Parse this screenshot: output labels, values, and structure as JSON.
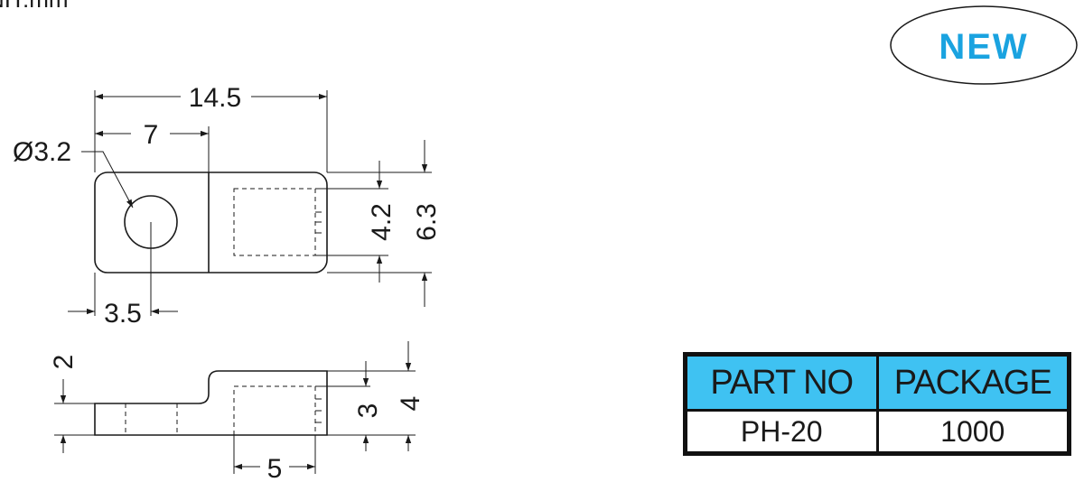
{
  "header": {
    "unit_label": "NIT:mm"
  },
  "badge": {
    "label": "NEW",
    "color": "#1aa3e0"
  },
  "top_view": {
    "dims": {
      "overall_length": "14.5",
      "hole_offset": "7",
      "hole_diameter": "Ø3.2",
      "hole_center": "3.5",
      "inner_width": "4.2",
      "overall_width": "6.3"
    }
  },
  "side_view": {
    "dims": {
      "thickness": "2",
      "inner_height": "3",
      "overall_height": "4",
      "slot_length": "5"
    }
  },
  "spec_table": {
    "header_color": "#3fc2f2",
    "columns": [
      "PART NO",
      "PACKAGE"
    ],
    "rows": [
      [
        "PH-20",
        "1000"
      ]
    ]
  }
}
